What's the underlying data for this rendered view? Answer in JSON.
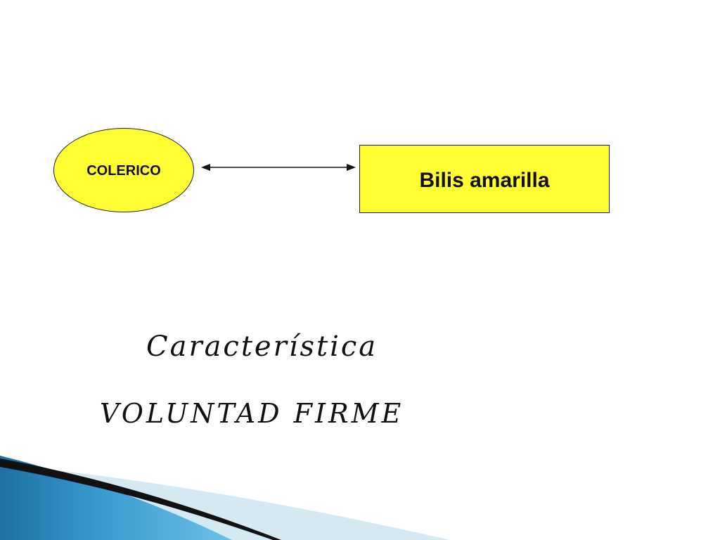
{
  "slide": {
    "colors": {
      "node_fill": "#FFFF33",
      "node_border": "#222222",
      "text": "#111111",
      "deco_blue": "#2E8FC4",
      "deco_light": "#D5E9F3",
      "deco_dark": "#111111"
    }
  },
  "diagram": {
    "ellipse": {
      "label": "COLERICO"
    },
    "box": {
      "label": "Bilis amarilla"
    },
    "connector": {
      "type": "double-arrow"
    }
  },
  "text": {
    "heading": "Característica",
    "trait": "VOLUNTAD FIRME"
  }
}
